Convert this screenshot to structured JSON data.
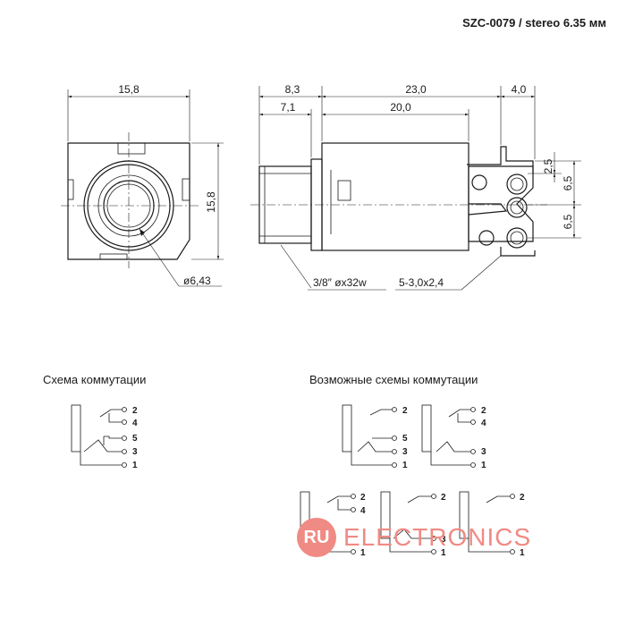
{
  "title": "SZC-0079 / stereo 6.35 мм",
  "dimensions": {
    "front_width": "15,8",
    "front_height": "15,8",
    "hole_diameter": "ø6,43",
    "side_8_3": "8,3",
    "side_7_1": "7,1",
    "side_23_0": "23,0",
    "side_20_0": "20,0",
    "side_4_0": "4,0",
    "side_2_5": "2,5",
    "side_6_5_upper": "6,5",
    "side_6_5_lower": "6,5",
    "thread": "3/8″ øx32w",
    "pins": "5-3,0x2,4"
  },
  "labels": {
    "schema": "Схема коммутации",
    "possible_schemas": "Возможные схемы коммутации"
  },
  "pin_numbers": {
    "p1": "1",
    "p2": "2",
    "p3": "3",
    "p4": "4",
    "p5": "5"
  },
  "watermark": {
    "badge": "RU",
    "text": "ELECTRONICS"
  }
}
